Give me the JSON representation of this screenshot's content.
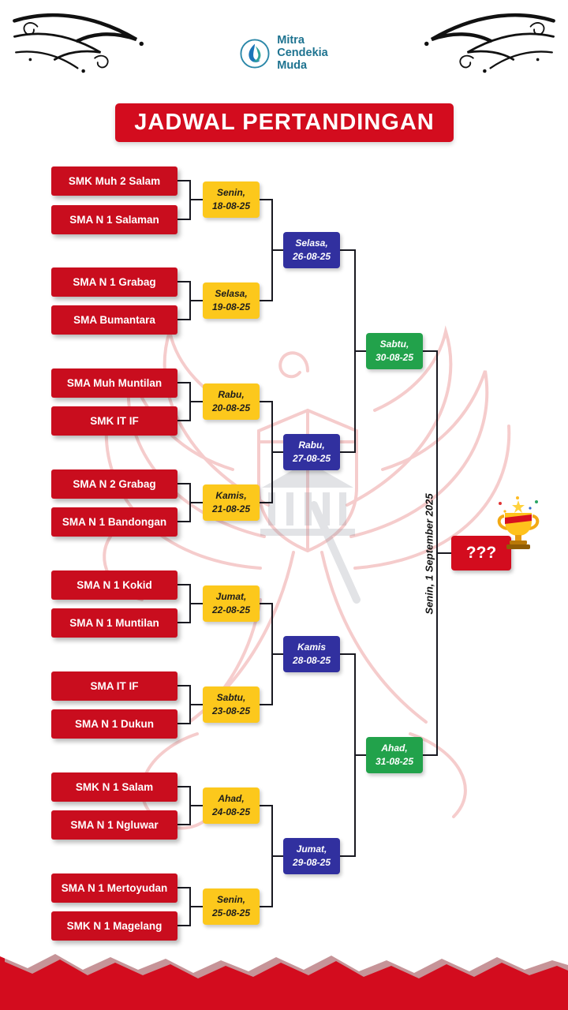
{
  "header": {
    "logo": {
      "lines": [
        "Mitra",
        "Cendekia",
        "Muda"
      ]
    },
    "title": "JADWAL PERTANDINGAN"
  },
  "bracket": {
    "round1": [
      {
        "team_top": "SMK Muh 2 Salam",
        "team_bottom": "SMA N 1 Salaman",
        "day": "Senin,",
        "date": "18-08-25"
      },
      {
        "team_top": "SMA N 1 Grabag",
        "team_bottom": "SMA Bumantara",
        "day": "Selasa,",
        "date": "19-08-25"
      },
      {
        "team_top": "SMA Muh Muntilan",
        "team_bottom": "SMK IT IF",
        "day": "Rabu,",
        "date": "20-08-25"
      },
      {
        "team_top": "SMA N 2 Grabag",
        "team_bottom": "SMA N 1 Bandongan",
        "day": "Kamis,",
        "date": "21-08-25"
      },
      {
        "team_top": "SMA N 1 Kokid",
        "team_bottom": "SMA N 1 Muntilan",
        "day": "Jumat,",
        "date": "22-08-25"
      },
      {
        "team_top": "SMA IT IF",
        "team_bottom": "SMA N 1 Dukun",
        "day": "Sabtu,",
        "date": "23-08-25"
      },
      {
        "team_top": "SMK N 1 Salam",
        "team_bottom": "SMA N 1 Ngluwar",
        "day": "Ahad,",
        "date": "24-08-25"
      },
      {
        "team_top": "SMA N 1 Mertoyudan",
        "team_bottom": "SMK N 1 Magelang",
        "day": "Senin,",
        "date": "25-08-25"
      }
    ],
    "quarterfinals": [
      {
        "day": "Selasa,",
        "date": "26-08-25"
      },
      {
        "day": "Rabu,",
        "date": "27-08-25"
      },
      {
        "day": "Kamis",
        "date": "28-08-25"
      },
      {
        "day": "Jumat,",
        "date": "29-08-25"
      }
    ],
    "semifinals": [
      {
        "day": "Sabtu,",
        "date": "30-08-25"
      },
      {
        "day": "Ahad,",
        "date": "31-08-25"
      }
    ],
    "final": {
      "date_text": "Senin, 1 September 2025",
      "winner_label": "???"
    }
  },
  "colors": {
    "red": "#d30c1e",
    "team_red": "#c90d1e",
    "yellow": "#fcc81c",
    "blue": "#31309f",
    "green": "#22a24b"
  }
}
